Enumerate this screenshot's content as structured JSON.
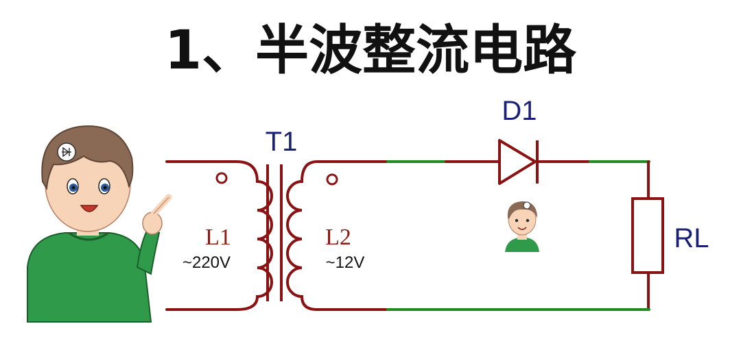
{
  "title": "1、半波整流电路",
  "components": {
    "transformer": {
      "label": "T1"
    },
    "primary": {
      "label": "L1",
      "voltage": "~220V"
    },
    "secondary": {
      "label": "L2",
      "voltage": "~12V"
    },
    "diode": {
      "label": "D1"
    },
    "load": {
      "label": "RL"
    }
  },
  "colors": {
    "wire": "#8b1212",
    "conductive_path": "#1f8a1f",
    "label_blue": "#1a1f78",
    "sweater": "#2f9a4a"
  },
  "icons": [
    "teacher-character",
    "small-avatar",
    "diode-badge-icon"
  ]
}
